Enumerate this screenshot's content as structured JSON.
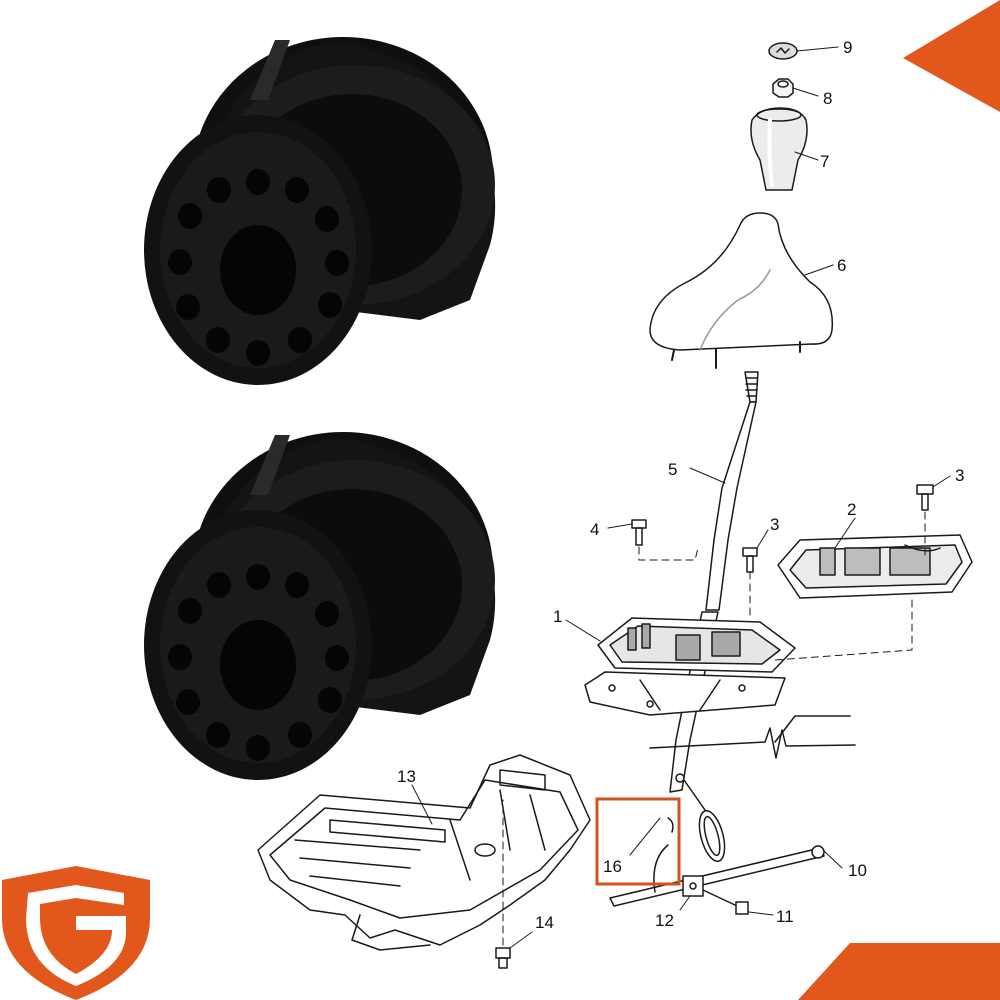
{
  "colors": {
    "accent": "#e2571b",
    "bushing": "#151515",
    "line": "#1a1a1a",
    "highlight": "#d2531d"
  },
  "diagram": {
    "callouts": [
      {
        "id": "1",
        "part": "shifter-base-housing"
      },
      {
        "id": "2",
        "part": "shifter-cover-plate"
      },
      {
        "id": "3",
        "part": "bolt"
      },
      {
        "id": "4",
        "part": "bolt"
      },
      {
        "id": "5",
        "part": "shift-lever"
      },
      {
        "id": "6",
        "part": "shift-boot"
      },
      {
        "id": "7",
        "part": "shift-knob"
      },
      {
        "id": "8",
        "part": "nut"
      },
      {
        "id": "9",
        "part": "knob-cap"
      },
      {
        "id": "10",
        "part": "shift-rod"
      },
      {
        "id": "11",
        "part": "clamp-bolt"
      },
      {
        "id": "12",
        "part": "rod-clamp"
      },
      {
        "id": "13",
        "part": "heat-shield"
      },
      {
        "id": "14",
        "part": "shield-bolt"
      },
      {
        "id": "16",
        "part": "shifter-bushing"
      }
    ],
    "highlighted_callout": "16"
  },
  "icons": {
    "logo": "g-shield-logo-icon",
    "bushing": "bushing-icon"
  }
}
